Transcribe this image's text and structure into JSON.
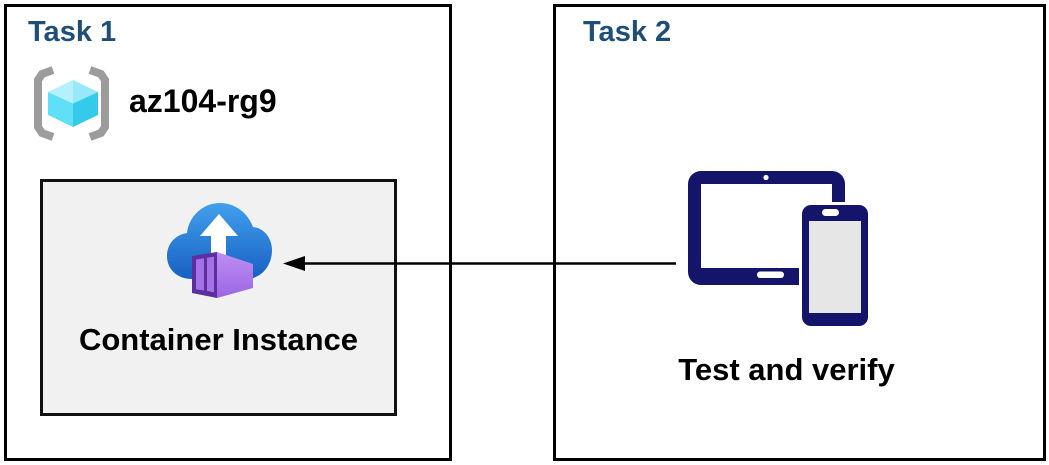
{
  "task1": {
    "title": "Task 1",
    "resource_group": {
      "icon": "resource-group-icon",
      "name": "az104-rg9"
    },
    "container_instance": {
      "icon": "container-instance-icon",
      "label": "Container Instance"
    }
  },
  "task2": {
    "title": "Task 2",
    "devices": {
      "icon": "devices-icon",
      "label": "Test and verify"
    }
  },
  "arrow": {
    "from": "devices-icon",
    "to": "container-instance-icon",
    "direction": "right-to-left",
    "color": "#000000"
  },
  "colors": {
    "task_title": "#1F4E79",
    "outer_box_border": "#000000",
    "container_box_fill": "#F1F1F1",
    "container_box_border": "#111111",
    "device_navy": "#14146B",
    "device_screen_gray": "#E6E6E6",
    "cloud_blue_top": "#42A0EC",
    "cloud_blue_bottom": "#1760C2",
    "container_purple_dark": "#5D2F9E",
    "container_purple_panel": "#A372E9",
    "container_purple_face_top": "#BE8EF4",
    "container_purple_face_bottom": "#9A67E2",
    "rg_bracket_gray": "#9C9C9C",
    "rg_cube_top_left": "#B5F1FD",
    "rg_cube_top_right": "#97E9FA",
    "rg_cube_left": "#5FE0F7",
    "rg_cube_right": "#34CBEB",
    "label_text": "#000000"
  }
}
